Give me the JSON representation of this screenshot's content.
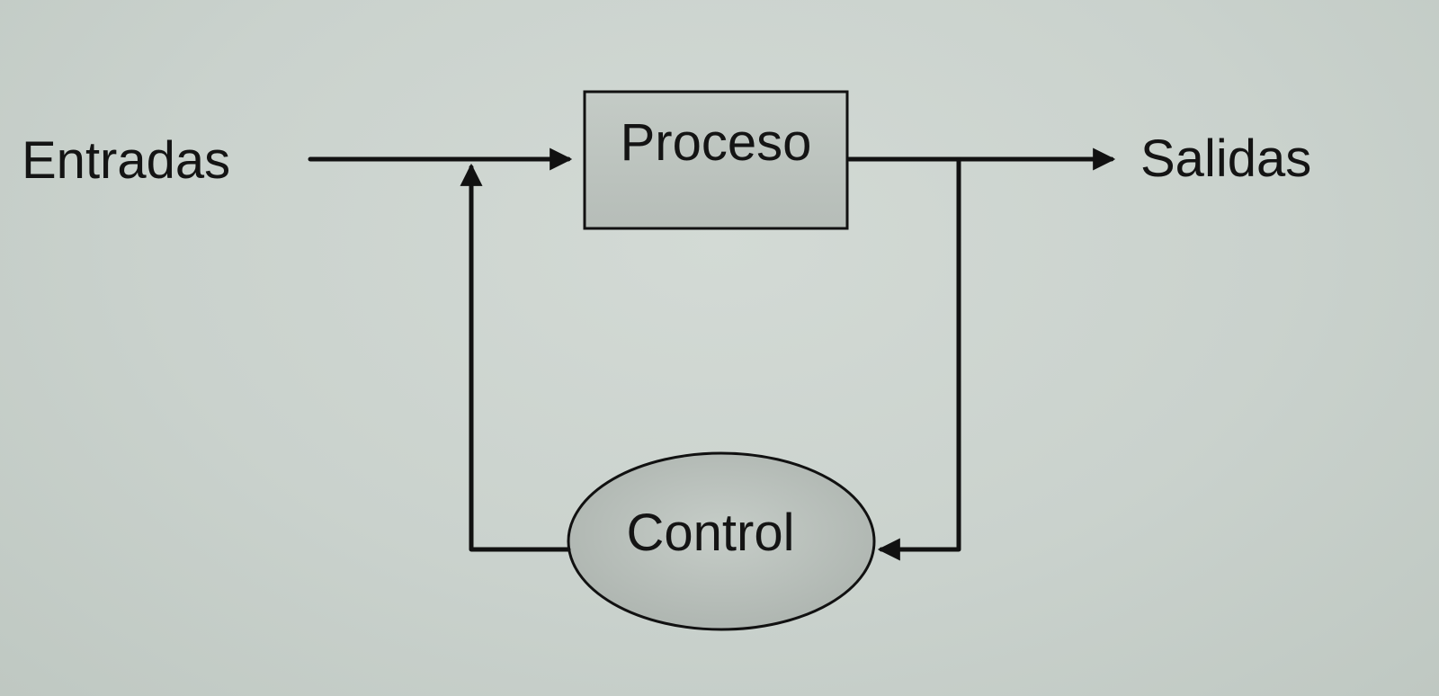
{
  "diagram": {
    "inputs_label": "Entradas",
    "process_label": "Proceso",
    "outputs_label": "Salidas",
    "control_label": "Control"
  },
  "colors": {
    "background": "#c8d0cb",
    "process_fill": "#bcc3be",
    "control_fill": "#b8bfba",
    "stroke": "#111111"
  }
}
